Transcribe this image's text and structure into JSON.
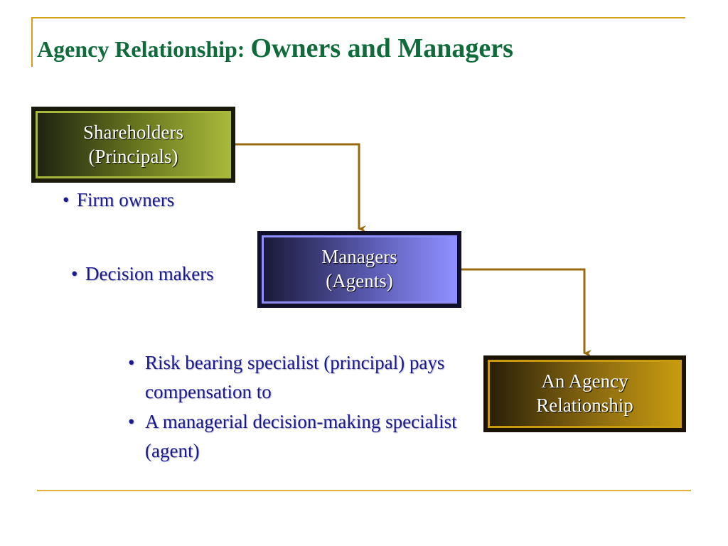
{
  "slide": {
    "title_part1": "Agency Relationship: ",
    "title_part2": "Owners and Managers"
  },
  "boxes": {
    "shareholders": {
      "line1": "Shareholders",
      "line2": "(Principals)"
    },
    "managers": {
      "line1": "Managers",
      "line2": "(Agents)"
    },
    "agency": {
      "line1": "An Agency",
      "line2": "Relationship"
    }
  },
  "bullets": {
    "shareholders_note": "Firm owners",
    "managers_note": "Decision makers",
    "relationship": [
      "Risk bearing specialist (principal) pays compensation to",
      "A managerial decision-making specialist (agent)"
    ]
  },
  "colors": {
    "title": "#0f6b3a",
    "frame": "#d4a017",
    "connector": "#9a6a10",
    "bullet_text": "#1a1a8c"
  }
}
